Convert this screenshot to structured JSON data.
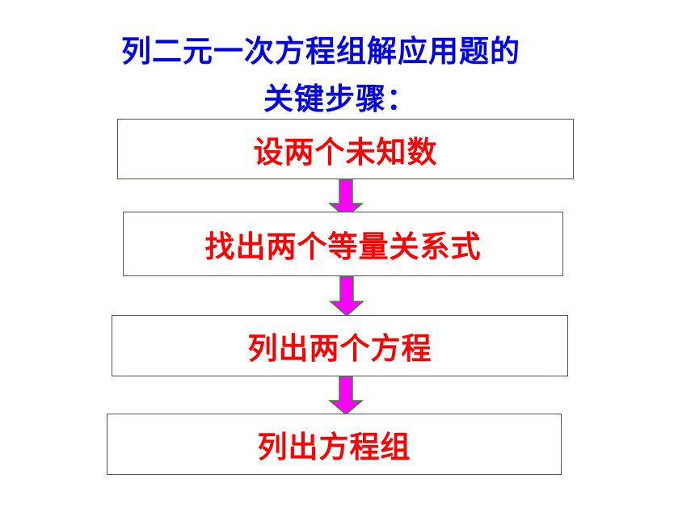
{
  "title": {
    "line1": "列二元一次方程组解应用题的",
    "line2": "关键步骤："
  },
  "steps": [
    {
      "label": "设两个未知数"
    },
    {
      "label": "找出两个等量关系式"
    },
    {
      "label": "列出两个方程"
    },
    {
      "label": "列出方程组"
    }
  ],
  "colors": {
    "title": "#0000ee",
    "step_text": "#ff0000",
    "arrow_fill": "#ff00ff",
    "arrow_head_edge": "#2e8b2e",
    "box_border": "#505070"
  }
}
